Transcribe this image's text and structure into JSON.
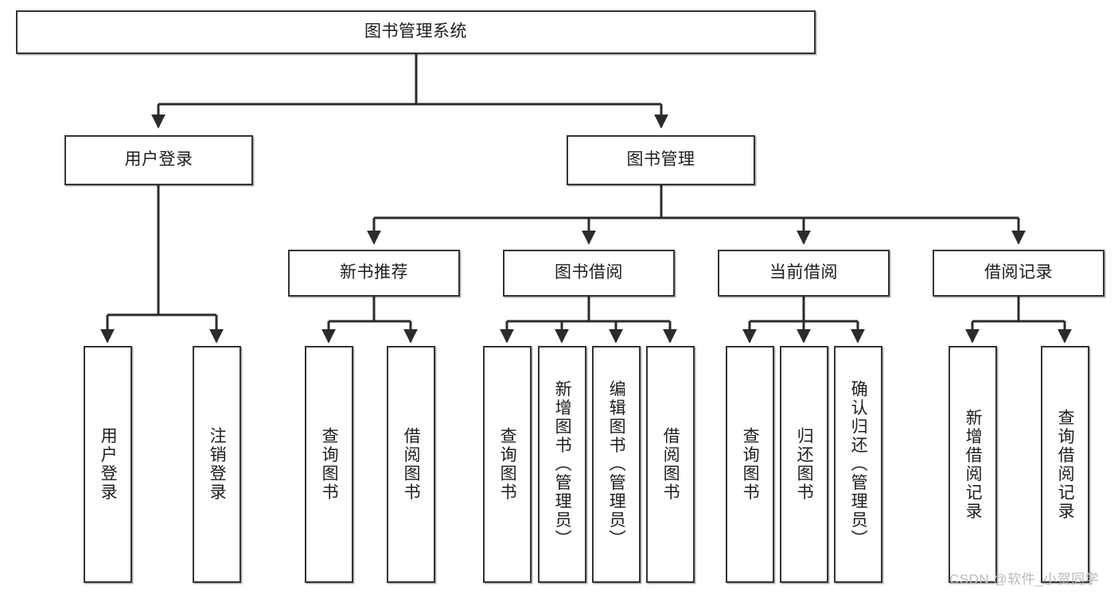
{
  "diagram": {
    "title": "图书管理系统",
    "style": {
      "box_border_color": "#33343a",
      "box_fill_color": "#ffffff",
      "edge_color": "#2b2b2f",
      "text_color": "#1d1d1f",
      "background": "#ffffff"
    }
  },
  "nodes": {
    "root": {
      "label": "图书管理系统"
    },
    "level1": [
      {
        "id": "user-login",
        "label": "用户登录"
      },
      {
        "id": "book-management",
        "label": "图书管理"
      }
    ],
    "level2": [
      {
        "id": "new-book-recommend",
        "label": "新书推荐"
      },
      {
        "id": "book-borrow",
        "label": "图书借阅"
      },
      {
        "id": "current-borrow",
        "label": "当前借阅"
      },
      {
        "id": "borrow-record",
        "label": "借阅记录"
      }
    ],
    "leaves": [
      {
        "id": "leaf-user-login",
        "label": "用户登录",
        "parent": "user-login"
      },
      {
        "id": "leaf-logout-login",
        "label": "注销登录",
        "parent": "user-login"
      },
      {
        "id": "leaf-query-book-1",
        "label": "查询图书",
        "parent": "new-book-recommend"
      },
      {
        "id": "leaf-borrow-book-1",
        "label": "借阅图书",
        "parent": "new-book-recommend"
      },
      {
        "id": "leaf-query-book-2",
        "label": "查询图书",
        "parent": "book-borrow"
      },
      {
        "id": "leaf-add-book",
        "label": "新增图书（管理员）",
        "parent": "book-borrow"
      },
      {
        "id": "leaf-edit-book",
        "label": "编辑图书（管理员）",
        "parent": "book-borrow"
      },
      {
        "id": "leaf-borrow-book-2",
        "label": "借阅图书",
        "parent": "book-borrow"
      },
      {
        "id": "leaf-query-book-3",
        "label": "查询图书",
        "parent": "current-borrow"
      },
      {
        "id": "leaf-return-book",
        "label": "归还图书",
        "parent": "current-borrow"
      },
      {
        "id": "leaf-confirm-return",
        "label": "确认归还（管理员）",
        "parent": "current-borrow"
      },
      {
        "id": "leaf-add-record",
        "label": "新增借阅记录",
        "parent": "borrow-record"
      },
      {
        "id": "leaf-query-record",
        "label": "查询借阅记录",
        "parent": "borrow-record"
      }
    ]
  },
  "watermark": {
    "text": "CSDN @软件_小贺同学"
  }
}
